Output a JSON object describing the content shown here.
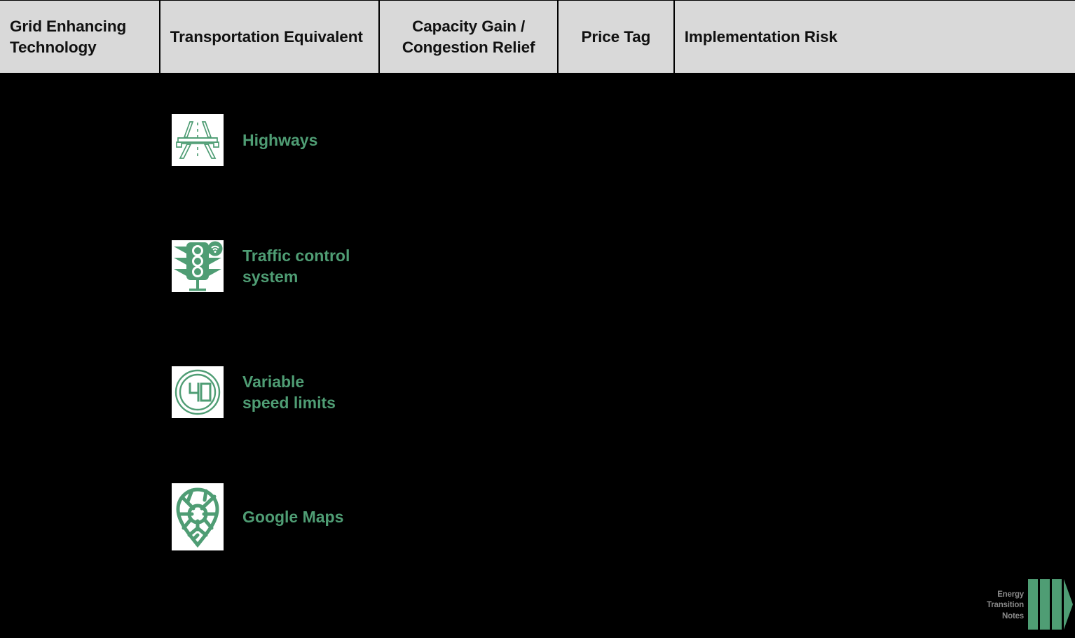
{
  "table": {
    "columns": [
      {
        "label": "Grid Enhancing\nTechnology",
        "name": "grid-enhancing-technology"
      },
      {
        "label": "Transportation\nEquivalent",
        "name": "transportation-equivalent"
      },
      {
        "label": "Capacity Gain /\nCongestion Relief",
        "name": "capacity-gain-congestion-relief"
      },
      {
        "label": "Price Tag",
        "name": "price-tag"
      },
      {
        "label": "Implementation Risk",
        "name": "implementation-risk"
      }
    ],
    "rows": [
      {
        "technology": "",
        "transportation_equivalent": "Highways",
        "icon": "highway-overpass-icon",
        "capacity_gain": "",
        "price_tag": "",
        "implementation_risk": ""
      },
      {
        "technology": "",
        "transportation_equivalent": "Traffic control\nsystem",
        "icon": "traffic-light-wifi-icon",
        "capacity_gain": "",
        "price_tag": "",
        "implementation_risk": ""
      },
      {
        "technology": "",
        "transportation_equivalent": "Variable\nspeed limits",
        "icon": "speed-limit-40-icon",
        "capacity_gain": "",
        "price_tag": "",
        "implementation_risk": ""
      },
      {
        "technology": "",
        "transportation_equivalent": "Google Maps",
        "icon": "map-pin-icon",
        "capacity_gain": "",
        "price_tag": "",
        "implementation_risk": ""
      }
    ]
  },
  "icons": {
    "speed_limit_value": "40"
  },
  "logo": {
    "text": "Energy\nTransition\nNotes"
  },
  "colors": {
    "background": "#000000",
    "header_background": "#d9d9d9",
    "header_text": "#111111",
    "accent_green": "#4f9d74",
    "logo_text": "#8a8a8a",
    "icon_background": "#ffffff"
  }
}
